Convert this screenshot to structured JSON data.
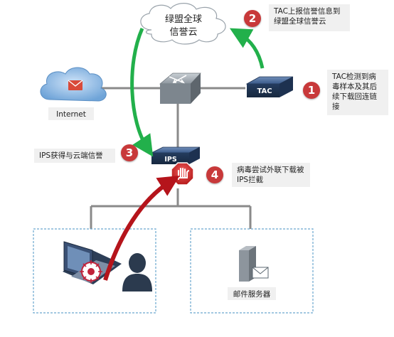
{
  "cloud": {
    "line1": "绿盟全球",
    "line2": "信誉云"
  },
  "devices": {
    "tac_label": "TAC",
    "ips_label": "IPS"
  },
  "labels": {
    "internet": "Internet",
    "step2": "TAC上报信誉信息到绿盟全球信誉云",
    "step1": "TAC检测到病毒样本及其后续下载回连链接",
    "step3": "IPS获得与云端信誉",
    "step4": "病毒尝试外联下载被IPS拦截",
    "mail_server": "邮件服务器"
  },
  "steps": {
    "one": "1",
    "two": "2",
    "three": "3",
    "four": "4"
  },
  "colors": {
    "green_arrow": "#22b04b",
    "red_arrow": "#b5141b",
    "badge": "#c8393a",
    "device_blue": "#2f4f7a",
    "line_gray": "#8a8a8a"
  },
  "icons": {
    "internet": "cloud-icon",
    "router": "router-icon",
    "block": "stop-hand-icon",
    "virus": "virus-icon",
    "user": "user-icon",
    "mail": "envelope-icon"
  }
}
